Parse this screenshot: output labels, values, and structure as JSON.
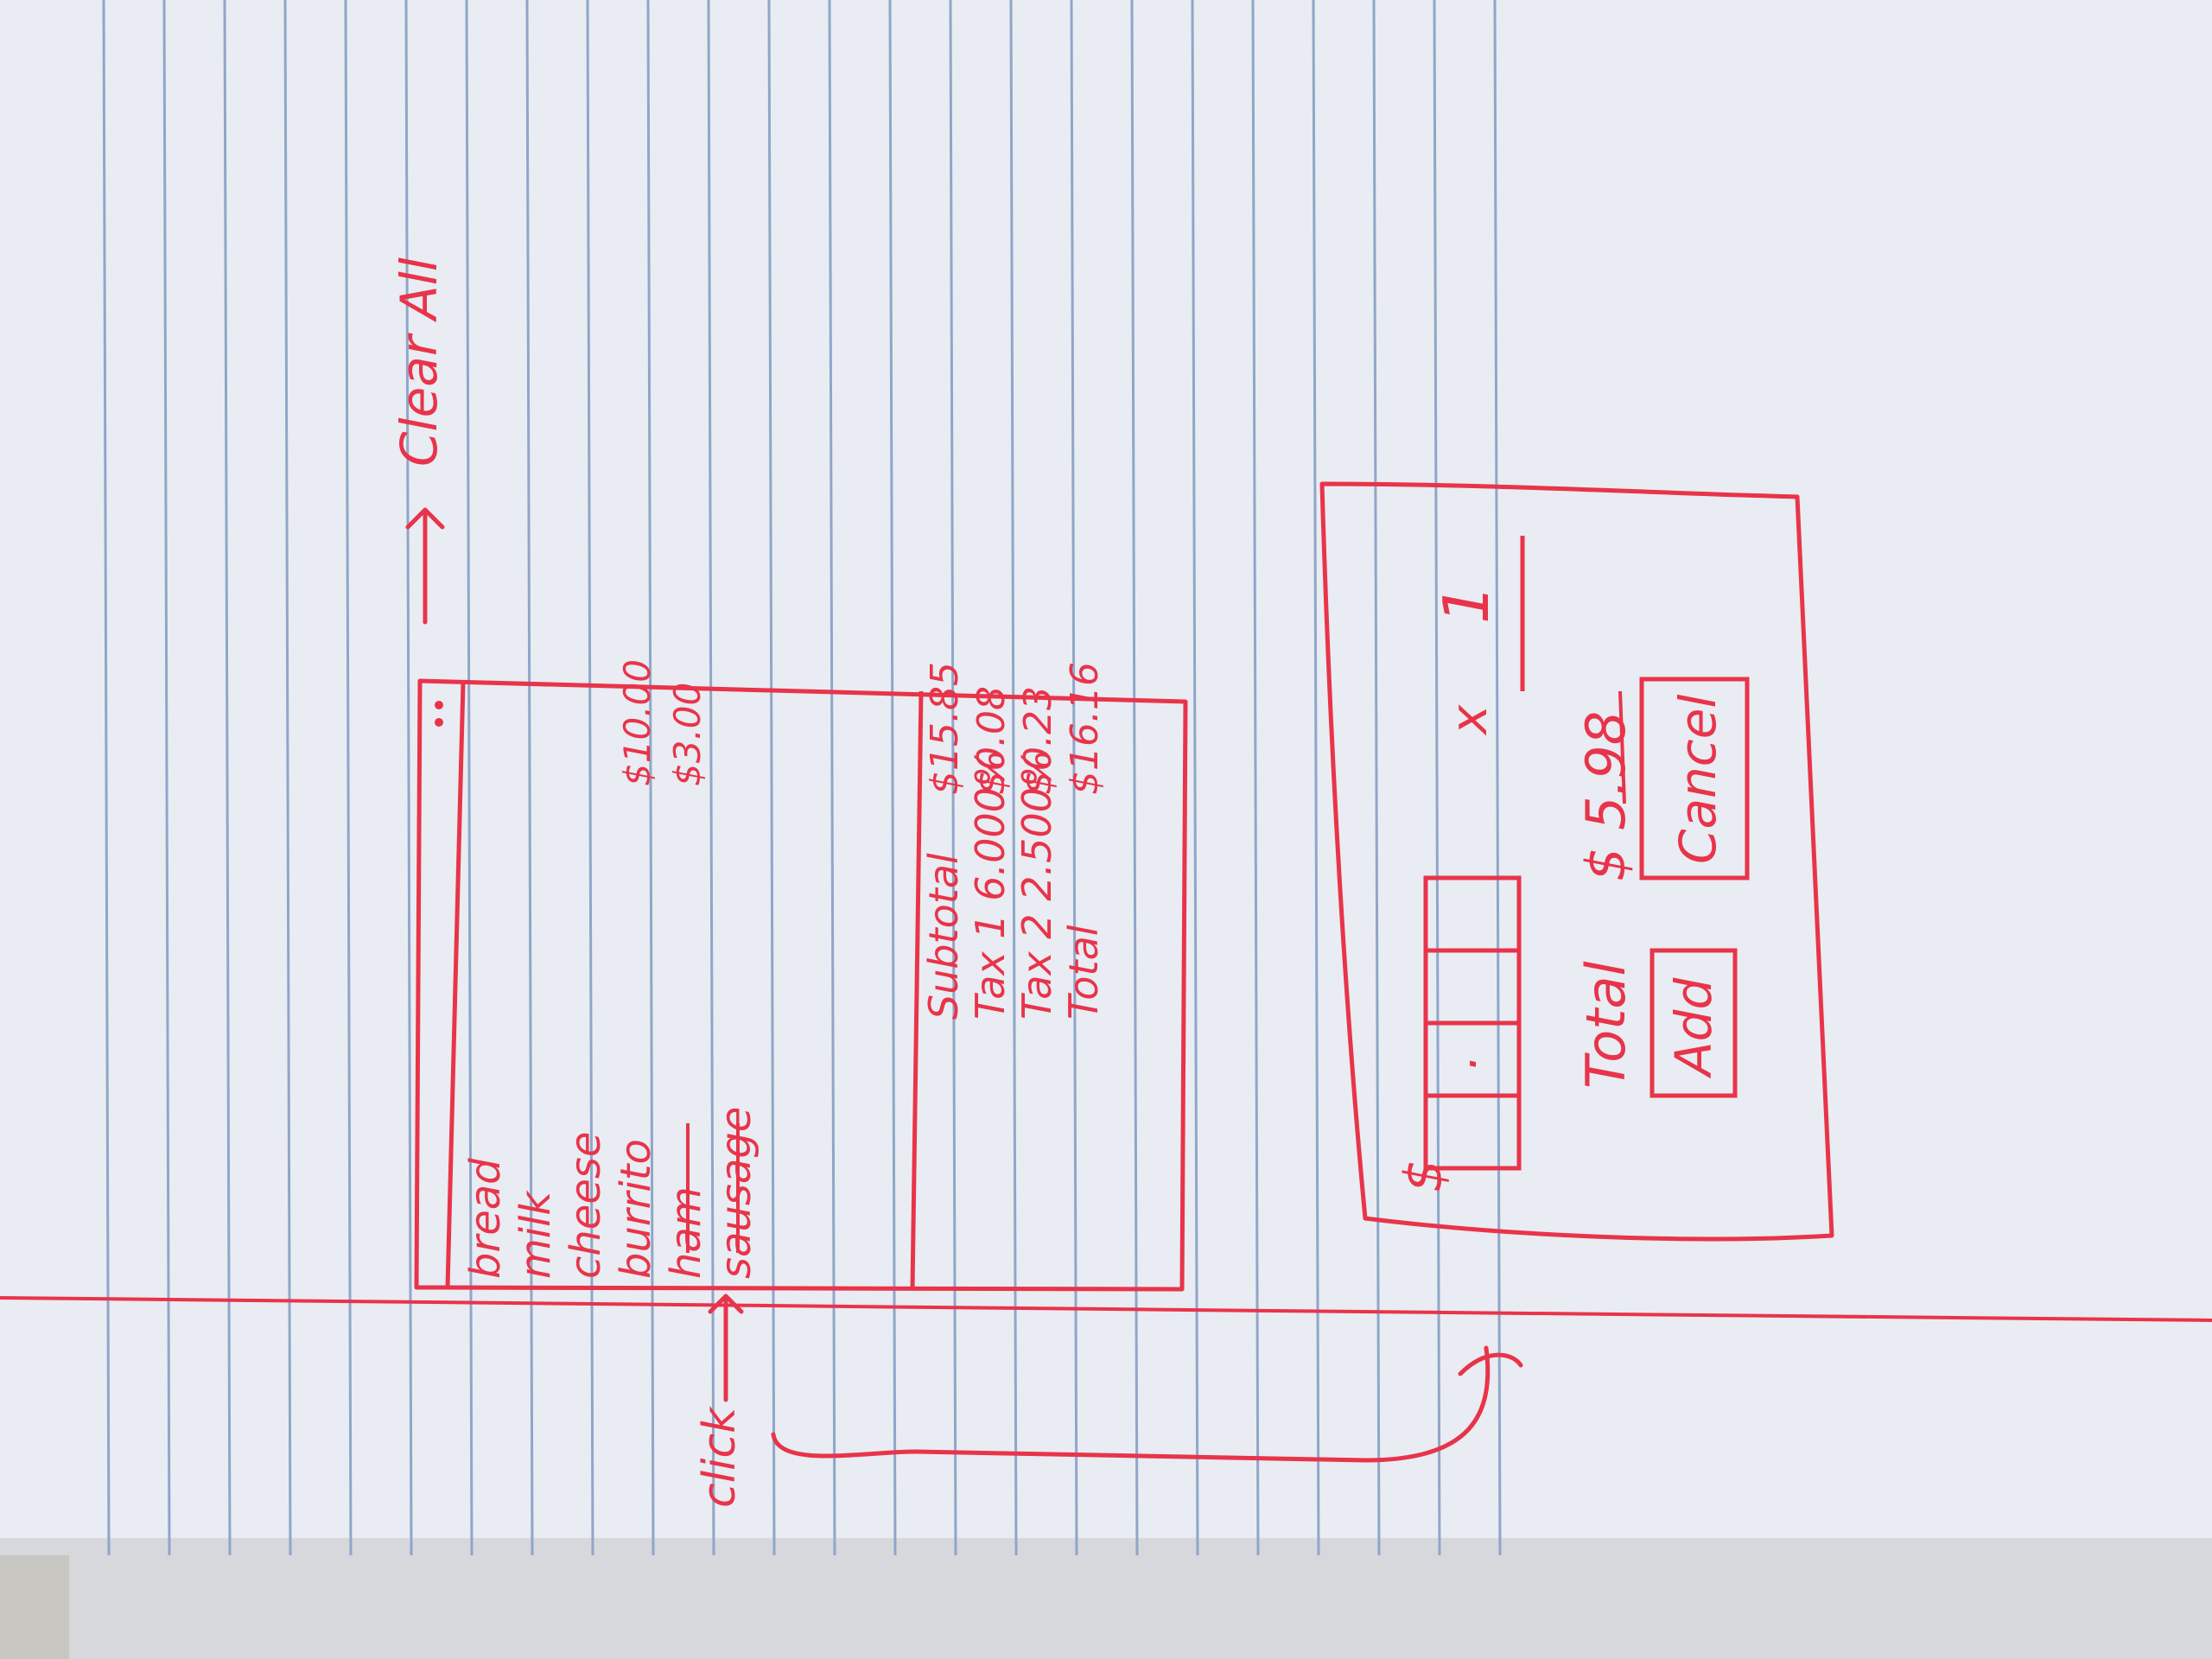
{
  "ink_color": "#e8344a",
  "paper": {
    "background": "#e9ecf2",
    "rule_color": "#8fa6c9",
    "margin_color": "#e8344a"
  },
  "clear_all": "Clear All",
  "list_panel": {
    "menu_icon": "overflow-menu-icon",
    "items": [
      {
        "name": "bread",
        "price": ""
      },
      {
        "name": "milk",
        "price": ""
      },
      {
        "name": "cheese",
        "price": ""
      },
      {
        "name": "burrito",
        "price": "$10.00"
      },
      {
        "name": "ham",
        "price": "$3.00",
        "struck": true
      },
      {
        "name": "sausage",
        "price": "",
        "struck": true
      }
    ],
    "totals": [
      {
        "label": "Subtotal",
        "value": "$15.85"
      },
      {
        "label": "Tax 1 6.000%",
        "value": "$0.08"
      },
      {
        "label": "Tax 2 2.500%",
        "value": "$0.23"
      },
      {
        "label": "Total",
        "value": "$16.16"
      }
    ]
  },
  "click_label": "click",
  "dialog": {
    "currency": "$",
    "amount_cells": [
      "",
      ".",
      "",
      ""
    ],
    "multiply": "x",
    "quantity": "1",
    "total_label": "Total",
    "total_value": "$ 5.98",
    "add_label": "Add",
    "cancel_label": "Cancel"
  }
}
